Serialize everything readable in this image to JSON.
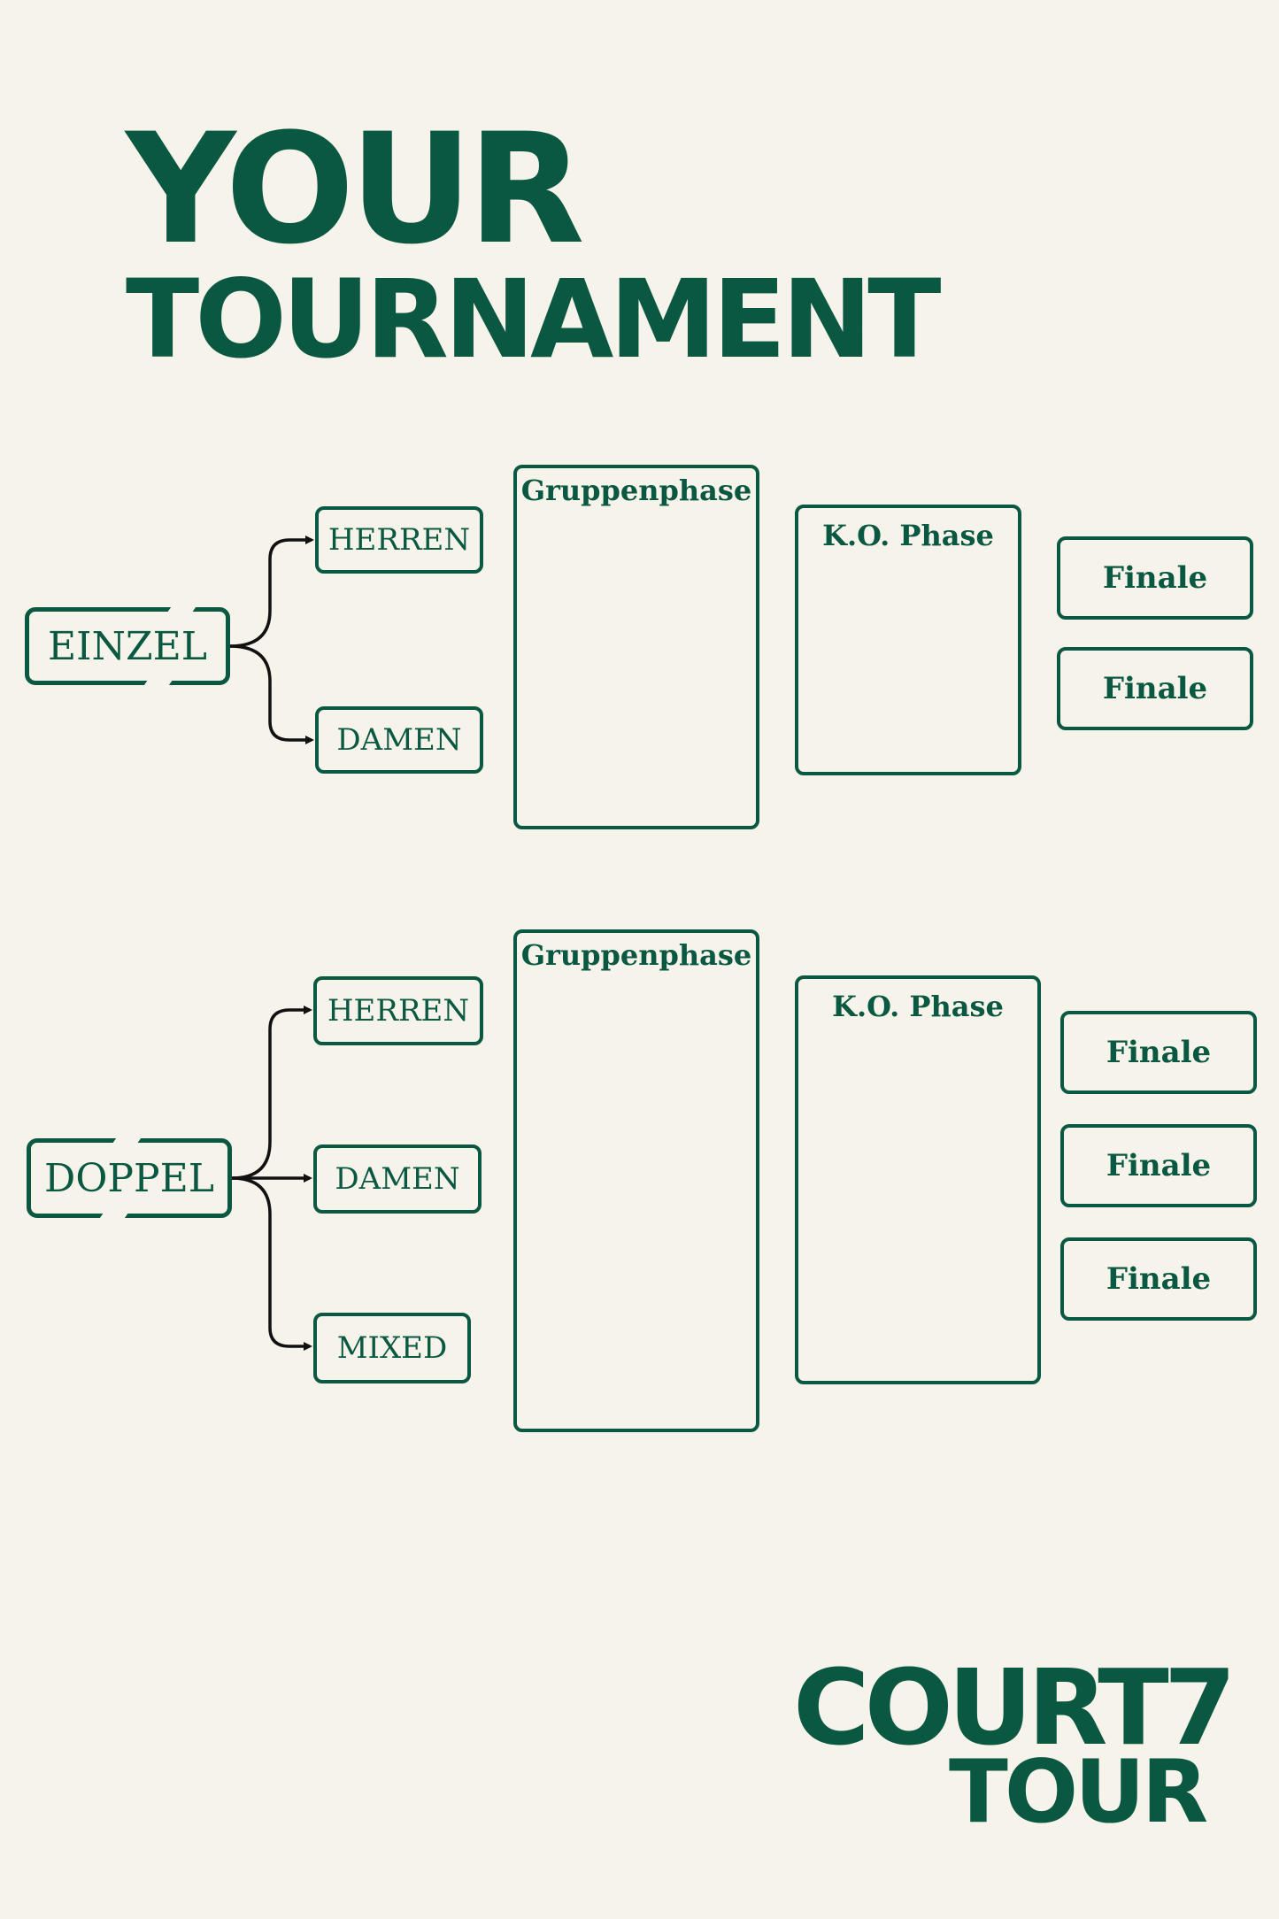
{
  "colors": {
    "background": "#f5f3ea",
    "primary": "#0b5842",
    "connector": "#111111"
  },
  "header": {
    "line1": "YOUR",
    "line2": "TOURNAMENT"
  },
  "einzel": {
    "category": "EINZEL",
    "subs": [
      "HERREN",
      "DAMEN"
    ],
    "group_phase": "Gruppenphase",
    "ko_phase": "K.O. Phase",
    "finals": [
      "Finale",
      "Finale"
    ]
  },
  "doppel": {
    "category": "DOPPEL",
    "subs": [
      "HERREN",
      "DAMEN",
      "MIXED"
    ],
    "group_phase": "Gruppenphase",
    "ko_phase": "K.O. Phase",
    "finals": [
      "Finale",
      "Finale",
      "Finale"
    ]
  },
  "logo": {
    "line1": "COURT7",
    "line2": "TOUR"
  }
}
